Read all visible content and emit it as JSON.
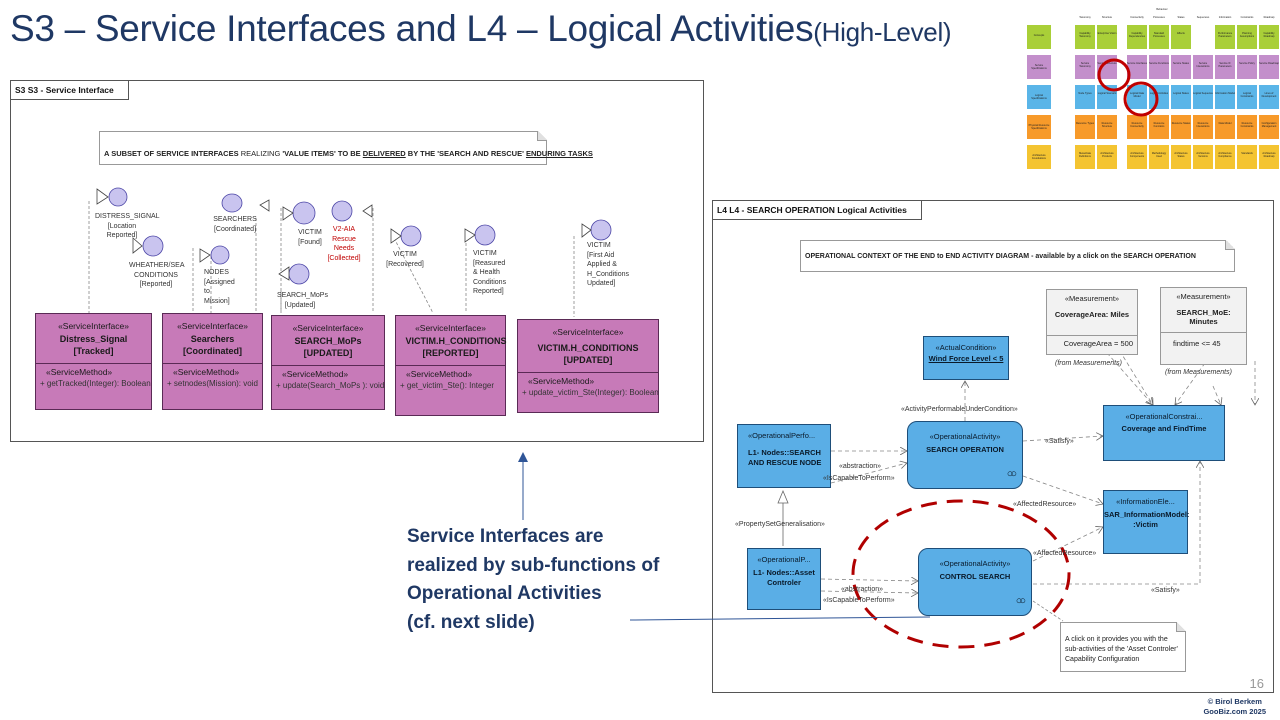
{
  "slide": {
    "title_main": "S3 – Service Interfaces and L4 – Logical Activities",
    "title_sub": "(High-Level)",
    "callout": [
      "Service Interfaces are",
      "realized by sub-functions of",
      "Operational Activities",
      "(cf. next slide)"
    ],
    "page_number": "16",
    "copyright": [
      "© Birol Berkem",
      "GooBiz.com 2025"
    ]
  },
  "s3": {
    "frame_label": "S3 S3 - Service Interface",
    "note": {
      "p1": "A SUBSET OF SERVICE INTERFACES ",
      "p2": "REALIZING ",
      "p3": "'VALUE ITEMS' TO BE ",
      "p4": "DELIVERED",
      "p5": " BY THE 'SEARCH AND RESCUE' ",
      "p6": "ENDURING TASKS"
    },
    "actors": [
      {
        "lines": [
          "DISTRESS_SIGNAL",
          "[Location",
          "Reported]"
        ]
      },
      {
        "lines": [
          "WHEATHER/SEA",
          "CONDITIONS",
          "[Reported]"
        ]
      },
      {
        "lines": [
          "SEARCHERS",
          "[Coordinated]"
        ]
      },
      {
        "lines": [
          "NODES",
          "[Assigned",
          "to",
          "Mission]"
        ]
      },
      {
        "lines": [
          "VICTIM",
          "[Found]"
        ]
      },
      {
        "lines": [
          "V2-AIA",
          "Rescue",
          "Needs",
          "[Collected]"
        ]
      },
      {
        "lines": [
          "SEARCH_MoPs",
          "[Updated]"
        ]
      },
      {
        "lines": [
          "VICTIM",
          "[Recovered]"
        ]
      },
      {
        "lines": [
          "VICTIM",
          "[Reasured",
          "& Health",
          "Conditions",
          "Reported]"
        ]
      },
      {
        "lines": [
          "VICTIM",
          "[First Aid",
          "Applied &",
          "H_Conditions",
          "Updated]"
        ]
      }
    ],
    "interfaces": [
      {
        "stereotype": "«ServiceInterface»",
        "name": "Distress_Signal [Tracked]",
        "method_stereotype": "«ServiceMethod»",
        "method": "+   getTracked(Integer): Boolean"
      },
      {
        "stereotype": "«ServiceInterface»",
        "name": "Searchers [Coordinated]",
        "method_stereotype": "«ServiceMethod»",
        "method": "+   setnodes(Mission): void"
      },
      {
        "stereotype": "«ServiceInterface»",
        "name": "SEARCH_MoPs [UPDATED]",
        "method_stereotype": "«ServiceMethod»",
        "method": "+   update(Search_MoPs ): void"
      },
      {
        "stereotype": "«ServiceInterface»",
        "name": "VICTIM.H_CONDITIONS [REPORTED]",
        "method_stereotype": "«ServiceMethod»",
        "method": "+   get_victim_Ste(): Integer"
      },
      {
        "stereotype": "«ServiceInterface»",
        "name": "VICTIM.H_CONDITIONS [UPDATED]",
        "method_stereotype": "«ServiceMethod»",
        "method": "+   update_victim_Ste(Integer): Boolean"
      }
    ]
  },
  "l4": {
    "frame_label": "L4 L4 - SEARCH OPERATION Logical Activities",
    "note": "OPERATIONAL CONTEXT  OF THE END to END ACTIVITY DIAGRAM - available by a click on the SEARCH OPERATION",
    "measurement1": {
      "stereotype": "«Measurement»",
      "name": "CoverageArea: Miles",
      "value": "CoverageArea = 500",
      "from": "(from Measurements)"
    },
    "measurement2": {
      "stereotype": "«Measurement»",
      "name": [
        "SEARCH_MoE:",
        "Minutes"
      ],
      "value": "findtime <= 45",
      "from": "(from Measurements)"
    },
    "actual_condition": {
      "stereotype": "«ActualCondition»",
      "name": "Wind Force Level < 5"
    },
    "op_perf": {
      "stereotype": "«OperationalPerfo...",
      "name": [
        "L1- Nodes::SEARCH",
        "AND RESCUE NODE"
      ]
    },
    "search_op": {
      "stereotype": "«OperationalActivity»",
      "name": "SEARCH OPERATION"
    },
    "op_constraint": {
      "stereotype": "«OperationalConstrai...",
      "name": "Coverage and FindTime"
    },
    "info_element": {
      "stereotype": "«InformationEle...",
      "name": [
        "SAR_InformationModel:",
        ":Victim"
      ]
    },
    "asset_ctrl": {
      "stereotype": "«OperationalP...",
      "name": [
        "L1- Nodes::Asset",
        "Controler"
      ]
    },
    "control_search": {
      "stereotype": "«OperationalActivity»",
      "name": "CONTROL SEARCH"
    },
    "edges": {
      "under_condition": "«ActivityPerformableUnderCondition»",
      "satisfy1": "«Satisfy»",
      "abstraction1": "«abstraction»",
      "capable1": "«IsCapableToPerform»",
      "affected1": "«AffectedResource»",
      "property": "«PropertySetGeneralisation»",
      "affected2": "«AffectedResource»",
      "abstraction2": "«abstraction»",
      "capable2": "«IsCapableToPerform»",
      "satisfy2": "«Satisfy»"
    },
    "click_note": "A click on it provides you with the sub-activities of the 'Asset Controler' Capability Configuration"
  },
  "thumbnail": {
    "header_row1": "Behaviour",
    "col_headers": [
      "Taxonomy",
      "Structure",
      "Connectivity",
      "Processes",
      "States",
      "Sequences",
      "Information",
      "Constraints",
      "Roadmap"
    ],
    "row_headers": [
      "Concepts",
      "Service Specifications",
      "Logical Specifications",
      "Physical Resource Specifications",
      "Architecture Foundations"
    ],
    "rows": [
      {
        "color": "#a9cf38",
        "cells": [
          "Capability Taxonomy",
          "Enterprise Vision",
          "Capability Dependencies",
          "Standard Processes",
          "Effects",
          "",
          "Performance Parameters",
          "Planning Assumptions",
          "Capability Roadmap"
        ]
      },
      {
        "color": "#c38fcb",
        "cells": [
          "Service Taxonomy",
          "Service Structure",
          "Service Interfaces",
          "Service Functions",
          "Service States",
          "Service Interactions",
          "Service IF Parameters",
          "Service Policy",
          "Service Roadmap"
        ]
      },
      {
        "color": "#5ab5e8",
        "cells": [
          "Node Types",
          "Logical Scenario",
          "Logical Data Model",
          "Logical Activities",
          "Logical States",
          "Logical Sequence",
          "Information Model",
          "Logical Constraints",
          "Lines of Development"
        ]
      },
      {
        "color": "#f79a2a",
        "cells": [
          "Resource Types",
          "Resource Structure",
          "Resource Connectivity",
          "Resource Functions",
          "Resource States",
          "Resource Interactions",
          "Data Model",
          "Resource Constraints",
          "Configuration Management"
        ]
      },
      {
        "color": "#f4c431",
        "cells": [
          "Meta-Data Definitions",
          "Architecture Products",
          "Architecture Components",
          "Methodology Used",
          "Architecture Status",
          "Architecture Versions",
          "Architecture Compliance",
          "Standards",
          "Architecture Roadmap"
        ]
      }
    ]
  }
}
